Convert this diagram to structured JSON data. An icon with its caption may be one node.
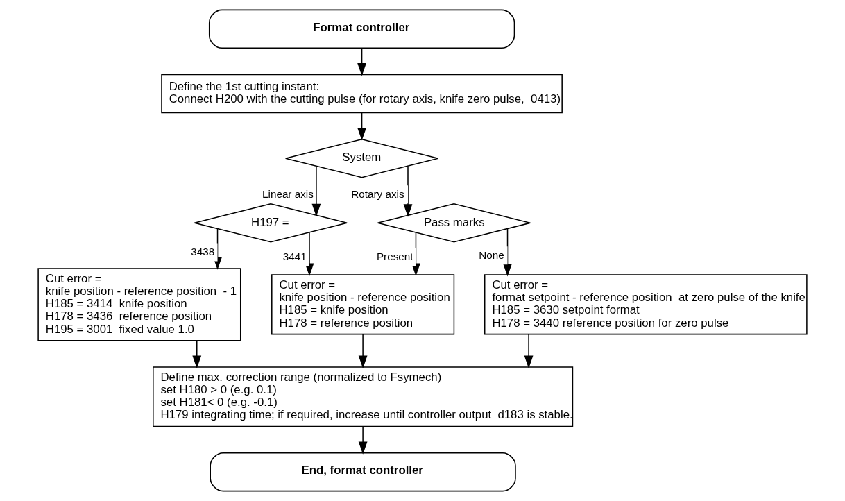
{
  "diagram": {
    "nodes": [
      {
        "text": [
          "Format controller"
        ]
      },
      {
        "text": [
          "Define the 1st cutting instant:",
          "Connect H200 with the cutting pulse (for rotary axis, knife zero pulse,  0413)"
        ]
      },
      {
        "text": [
          "System"
        ]
      },
      {
        "text": [
          "H197 ="
        ]
      },
      {
        "text": [
          "Pass marks"
        ]
      },
      {
        "text": [
          "Cut error =",
          "knife position - reference position  - 1",
          "H185 = 3414  knife position",
          "H178 = 3436  reference position",
          "H195 = 3001  fixed value 1.0"
        ]
      },
      {
        "text": [
          "Cut error =",
          "knife position - reference position",
          "H185 = knife position",
          "H178 = reference position"
        ]
      },
      {
        "text": [
          "Cut error =",
          "format setpoint - reference position  at zero pulse of the knife",
          "H185 = 3630 setpoint format",
          "H178 = 3440 reference position for zero pulse"
        ]
      },
      {
        "text": [
          "Define max. correction range (normalized to Fsymech)",
          "set H180 > 0 (e.g. 0.1)",
          "set H181< 0 (e.g. -0.1)",
          "H179 integrating time; if required, increase until controller output  d183 is stable."
        ]
      },
      {
        "text": [
          "End, format controller"
        ]
      }
    ],
    "edges": [
      {
        "from": 0,
        "to": 1,
        "arrow": "to"
      },
      {
        "from": 1,
        "to": 2,
        "arrow": "to"
      },
      {
        "from": 2,
        "to": 3,
        "arrow": "to",
        "label": "Linear axis"
      },
      {
        "from": 2,
        "to": 4,
        "arrow": "to",
        "label": "Rotary axis"
      },
      {
        "from": 3,
        "to": 5,
        "arrow": "to",
        "label": "3438"
      },
      {
        "from": 3,
        "to": 6,
        "arrow": "to",
        "label": "3441"
      },
      {
        "from": 4,
        "to": 6,
        "arrow": "to",
        "label": "Present"
      },
      {
        "from": 4,
        "to": 7,
        "arrow": "to",
        "label": "None"
      },
      {
        "from": 5,
        "to": 8,
        "arrow": "to"
      },
      {
        "from": 6,
        "to": 8,
        "arrow": "to"
      },
      {
        "from": 7,
        "to": 8,
        "arrow": "to"
      },
      {
        "from": 8,
        "to": 9,
        "arrow": "to"
      }
    ]
  }
}
